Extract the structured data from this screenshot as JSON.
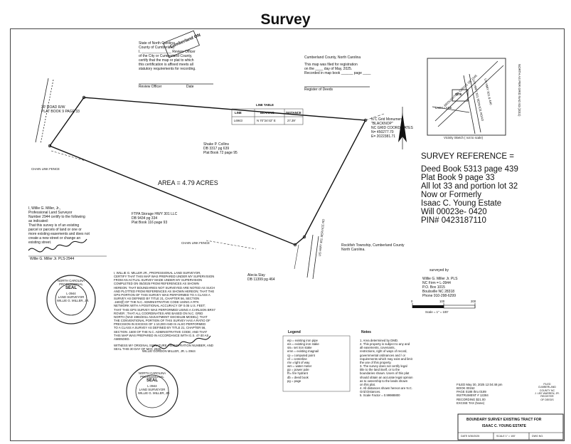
{
  "page": {
    "title": "Survey"
  },
  "cert_block": {
    "state": "State of North Carolina",
    "county": "County of Cumberland",
    "stamp": "Cumberland ON",
    "lines": [
      "I, _______________ Review Officer",
      "of the City or Cumberland County,",
      "certify that the map or plat to which",
      "this certification is affixed meets all",
      "statutory requirements for recording."
    ],
    "review_officer": "Review Officer",
    "date": "Date"
  },
  "registration": {
    "county": "Cumberland County, North Carolina",
    "lines": [
      "This map was filed for registration",
      "on the ____ day of May, 2025.",
      "Recorded in map book ______ page ____"
    ],
    "register": "Register of Deeds"
  },
  "line_table": {
    "title": "LINE TABLE",
    "headers": [
      "LINE",
      "BEARING",
      "DISTANCE"
    ],
    "row": [
      "L6943",
      "N 70°24'43\" E",
      "27.39'"
    ]
  },
  "plan": {
    "road_note": [
      "30' ROAD R/W",
      "PLAT BOOK 9 PAGE 33"
    ],
    "chain_link_fence": "CHAIN LINK FENCE",
    "chain_link_fence_2": "CHAIN LINK FENCE",
    "area": "AREA = 4.79 ACRES",
    "owner_north": [
      "Shake P. Collins",
      "DB 3317 pg 639",
      "Plat Book 72 page 95"
    ],
    "owner_south_west": [
      "FTPA Storage HWY 301 LLC",
      "DB 9434 pg 334",
      "Plat Book 116 page 93"
    ],
    "owner_south": [
      "Alecia Slay",
      "DB 11399 pg 464"
    ],
    "monument": [
      "N C Grid Monument",
      "\"BLACKNOP\"",
      "NC GRID COORDINATES",
      "N= 450277.70",
      "E= 2022381.71"
    ],
    "township": [
      "Rockfish Township, Cumberland County",
      "North Carolina."
    ],
    "highway": "US HWY 301 SERVICE RD"
  },
  "vicinity": {
    "caption": "Vicinity Sketch ( not to scale)",
    "labels": [
      "BROUGHTON CIRCLE SR 1345",
      "US HWY 301 SERVICE ROAD",
      "LADY LANE",
      "SITE",
      "US HWY 301 & 440"
    ],
    "side_text": "NORTH AS PER GRID NAD 83 (2011)"
  },
  "survey_reference": {
    "heading": "SURVEY REFERENCE =",
    "lines": [
      "Deed Book 5313 page 439",
      "Plat Book 9 page 33",
      "All lot 33 and portion lot 32",
      "Now or Formerly",
      "Isaac C. Young Estate",
      "Will 00023e- 0420",
      "PIN# 0423187110"
    ]
  },
  "surveyed_by": {
    "label": "surveyed by",
    "lines": [
      "Willie G. Miller Jr. PLS",
      "NC Firm = L-3944",
      "P.O. Box 1015",
      "Boulsville NC 28318",
      "Phone 910-298-6299"
    ]
  },
  "scale": {
    "ticks": [
      "0",
      "100",
      "200"
    ],
    "label": "Scale = 1\" = 100'"
  },
  "surveyor_cert": {
    "lines": [
      "I, Willie G. Miller, Jr.,",
      "Professional Land Surveyor",
      "Number 2944 certify to the following",
      "as indicated:",
      "That this survey is of an existing",
      "parcel or parcels of land or one or",
      "more existing easements and does not",
      "create a new street or change an",
      "existing street."
    ],
    "signature": "Willie G. Miller",
    "name": "Willie G. Miller Jr. PLS-2944"
  },
  "long_cert": {
    "lines": [
      "I, WILLIE G. MILLER JR., PROFESSIONAL LAND SURVEYOR,",
      "CERTIFY THAT THIS MAP WAS PREPARED UNDER MY SUPERVISION",
      "FROM AN ACTUAL SURVEY MADE UNDER MY SUPERVISION",
      "COMPLETED ON 05/2025 FROM REFERENCES AS SHOWN",
      "HEREON: THAT BOUNDARIES NOT SURVEYED ARE NOTED AS SUCH",
      "AND PLOTTED FROM REFERENCES AS SHOWN HEREON; THAT THE",
      "GPS PORTION OF THIS SURVEY WAS PERFORMED TO A CLASS A",
      "SURVEY AS DEFINED BY TITLE 21, CHAPTER 56, SECTION",
      ".1603(f) OF THE N.C. ADMINISTRATIVE CODE USING A RTK",
      "NETWORK WITH A POSITIONAL ACCURACY OF 0.05 U.S. FEET;",
      "THAT THIS GPS SURVEY WAS PERFORMED USING A CARLSON BRX7",
      "ROVER ; THAT ALL COORDINATES ARE BASED ON N.C. GRID",
      "NORTH (NAD 1983/2011 ADJUSTMENT GEOID12B MODEL); THAT",
      "THE CONVENTIONAL PORTION OF THIS SURVEY HAS A RATIO OF",
      "PRECISION IN EXCESS OF 1:10,000 AND IS ALSO PERFORMED",
      "TO A CLASS A SURVEY AS DEFINED BY TITLE 21, CHAPTER 56,",
      "SECTION .1600 OF THE N.C. ADMINISTRATIVE CODE; AND THAT",
      "THIS MAP WAS PREPARED IN ACCORDANCE WITH G.S. 47-30 AS",
      "AMENDED.",
      "",
      "WITNESS MY ORIGINAL SIGNATURE, REGISTRATION NUMBER, AND",
      "SEAL THIS 30 DAY OF MAY, 2025."
    ],
    "signature": "Willie G. Miller",
    "name": "WILLIE GORDON MILLER, JR. L-3944"
  },
  "seals": [
    {
      "top": "NORTH CAROLINA",
      "mid": "PROFESSIONAL",
      "seal": "SEAL",
      "num": "L-3944",
      "sub": "LAND SURVEYOR",
      "bottom": "WILLIE G. MILLER, JR."
    },
    {
      "top": "NORTH CAROLINA",
      "mid": "PROFESSIONAL",
      "seal": "SEAL",
      "num": "L-3944",
      "sub": "LAND SURVEYOR",
      "bottom": "WILLIE G. MILLER, JR."
    }
  ],
  "legend": {
    "title": "Legend",
    "items": [
      "eip = existing iron pipe",
      "eis = existing iron stake",
      "sis= set iron stake",
      "emn = existing magnail",
      "cp = computed point",
      "c/l = centerline",
      "r/w =right of way",
      "wm = water meter",
      "pp = power pole",
      "fh= fire hydrant",
      "db = deed book",
      "pg = page"
    ]
  },
  "notes": {
    "title": "Notes",
    "lines": [
      "1. Area determined by DMD.",
      "2. This property is subject to any and",
      "all easements, covenants,",
      "restrictions, right of ways of record,",
      "governmental ordinances and / or",
      "requirements which may exist and limit",
      "the use of this property.",
      "3. The survey does not certify legal",
      "title to the land itself, or to the",
      "boundaries shown. Users of this plat",
      "should obtain an accurate legal opinion",
      "as to ownership to the lands shown",
      "on this plat.",
      "4. All distances shown hereon are N.C.",
      "Grid Distances.",
      "5. Scale Factor = 0.99988800"
    ]
  },
  "recording": {
    "lines": [
      "FILED    May 30, 2025    12:04:48 pm",
      "BOOK     00152",
      "PAGE     0188 thru 0189",
      "INSTRUMENT # 12284",
      "RECORDING   $21.00",
      "EXCISE TAX    (None)"
    ],
    "stamp": [
      "FILED",
      "CUMBERLAND",
      "COUNTY NC",
      "J. LEE WARREN, JR.",
      "REGISTER",
      "OF DEEDS"
    ]
  },
  "title_block": {
    "line1": "BOUNDARY SURVEY EXISTING TRACT FOR",
    "line2": "ISAAC C. YOUNG ESTATE",
    "cells": [
      "DATE 5/30/2025",
      "SCALE 1\" = 100'",
      "DWG NO."
    ]
  }
}
